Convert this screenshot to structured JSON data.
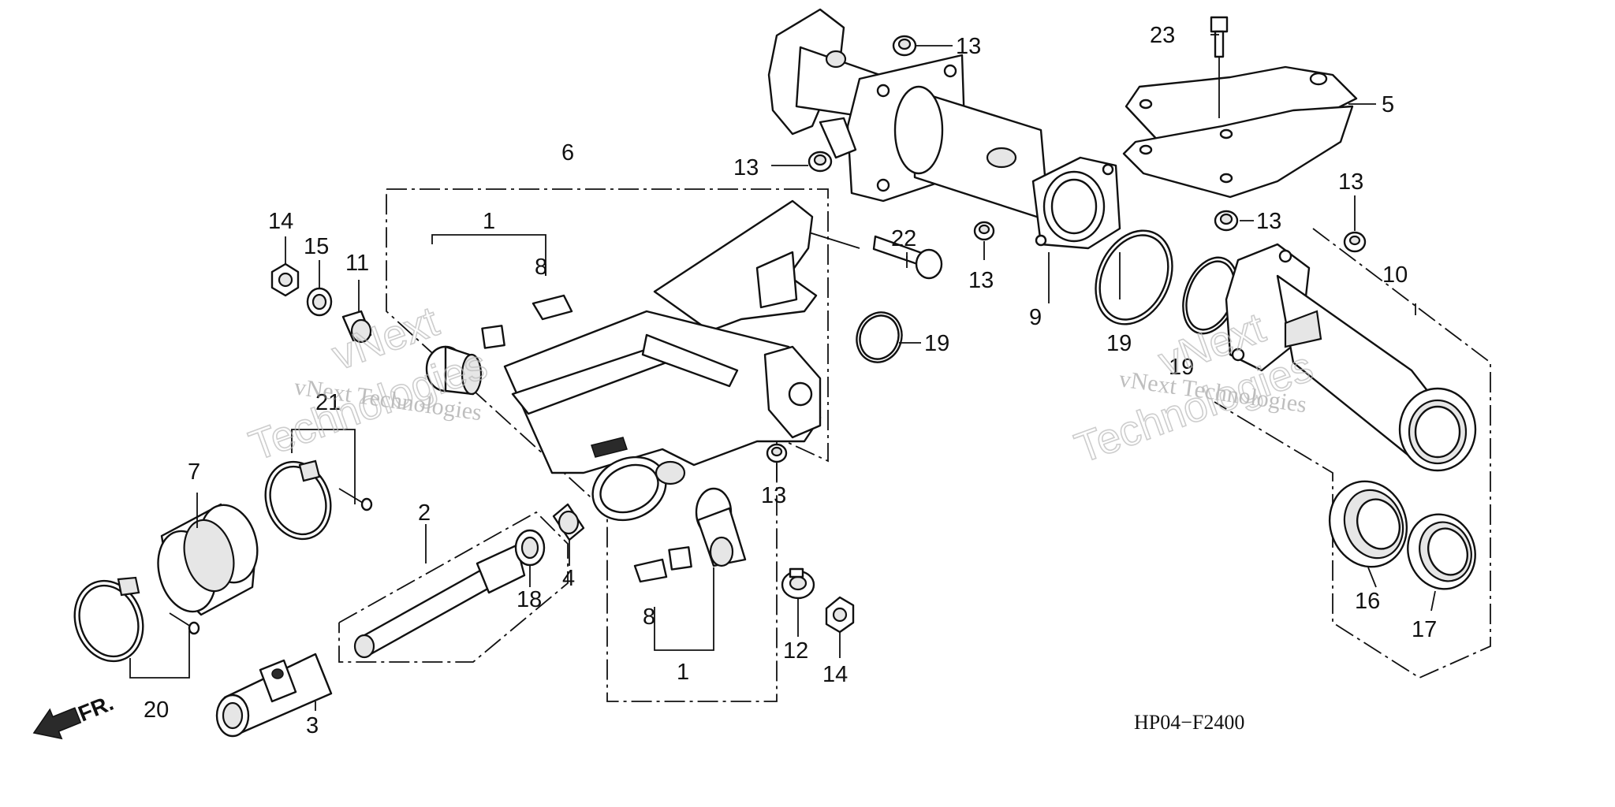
{
  "diagram_code": "HP04−F2400",
  "front_label": "FR.",
  "watermark": {
    "line1": "vNext Technologies",
    "line2_a": "vNext",
    "line2_b": "Technologies"
  },
  "callouts": {
    "c1a": "1",
    "c1b": "1",
    "c2": "2",
    "c3": "3",
    "c4": "4",
    "c5": "5",
    "c6": "6",
    "c7": "7",
    "c8a": "8",
    "c8b": "8",
    "c9": "9",
    "c10": "10",
    "c11": "11",
    "c12": "12",
    "c13a": "13",
    "c13b": "13",
    "c13c": "13",
    "c13d": "13",
    "c13e": "13",
    "c13f": "13",
    "c14a": "14",
    "c14b": "14",
    "c15": "15",
    "c16": "16",
    "c17": "17",
    "c18": "18",
    "c19a": "19",
    "c19b": "19",
    "c19c": "19",
    "c20": "20",
    "c21": "21",
    "c22": "22",
    "c23": "23"
  }
}
